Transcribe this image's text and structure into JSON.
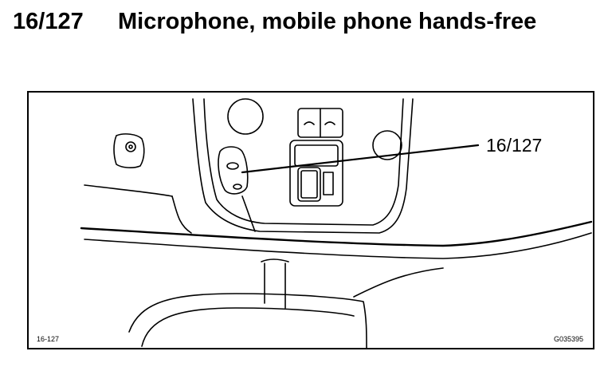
{
  "heading": {
    "number": "16/127",
    "title": "Microphone, mobile phone hands-free"
  },
  "figure": {
    "callout_label": "16/127",
    "figure_code_left": "16-127",
    "figure_code_right": "G035395",
    "line_color": "#000000",
    "background_color": "#ffffff"
  }
}
